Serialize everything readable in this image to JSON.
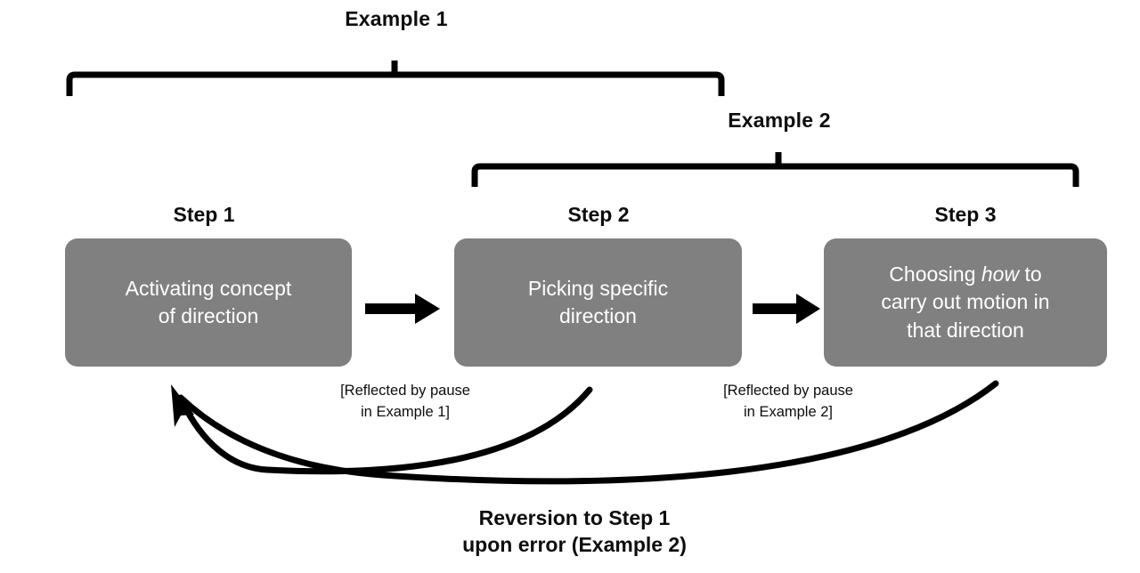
{
  "diagram": {
    "title_groups": [
      {
        "id": "example-1",
        "label": "Example 1"
      },
      {
        "id": "example-2",
        "label": "Example 2"
      }
    ],
    "steps": [
      {
        "id": "step-1",
        "label": "Step 1",
        "body_line_1": "Activating concept",
        "body_line_2": "of direction",
        "body_line_3": "",
        "italic_word": ""
      },
      {
        "id": "step-2",
        "label": "Step 2",
        "body_line_1": "Picking specific",
        "body_line_2": "direction",
        "body_line_3": "",
        "italic_word": ""
      },
      {
        "id": "step-3",
        "label": "Step 3",
        "body_line_1_pre": "Choosing ",
        "italic_word": "how",
        "body_line_1_post": " to",
        "body_line_2": "carry out motion in",
        "body_line_3": "that direction"
      }
    ],
    "notes": [
      {
        "id": "note-pause-1",
        "text": "[Reflected by pause\nin Example 1]"
      },
      {
        "id": "note-pause-2",
        "text": "[Reflected by pause\nin Example 2]"
      }
    ],
    "caption": "Reversion to Step 1\nupon error (Example 2)",
    "colors": {
      "box_fill": "#808080",
      "box_text": "#ffffff",
      "stroke": "#000000",
      "background": "#ffffff",
      "label_text": "#0d0d0d"
    },
    "connectors": [
      {
        "id": "arrow-step1-to-step2",
        "kind": "straight-arrow",
        "from": "step-1",
        "to": "step-2"
      },
      {
        "id": "arrow-step2-to-step3",
        "kind": "straight-arrow",
        "from": "step-2",
        "to": "step-3"
      },
      {
        "id": "curve-step2-to-step1",
        "kind": "curved-arrow",
        "from": "step-2",
        "to": "step-1"
      },
      {
        "id": "curve-step3-to-step1",
        "kind": "curved-arrow",
        "from": "step-3",
        "to": "step-1"
      }
    ]
  }
}
